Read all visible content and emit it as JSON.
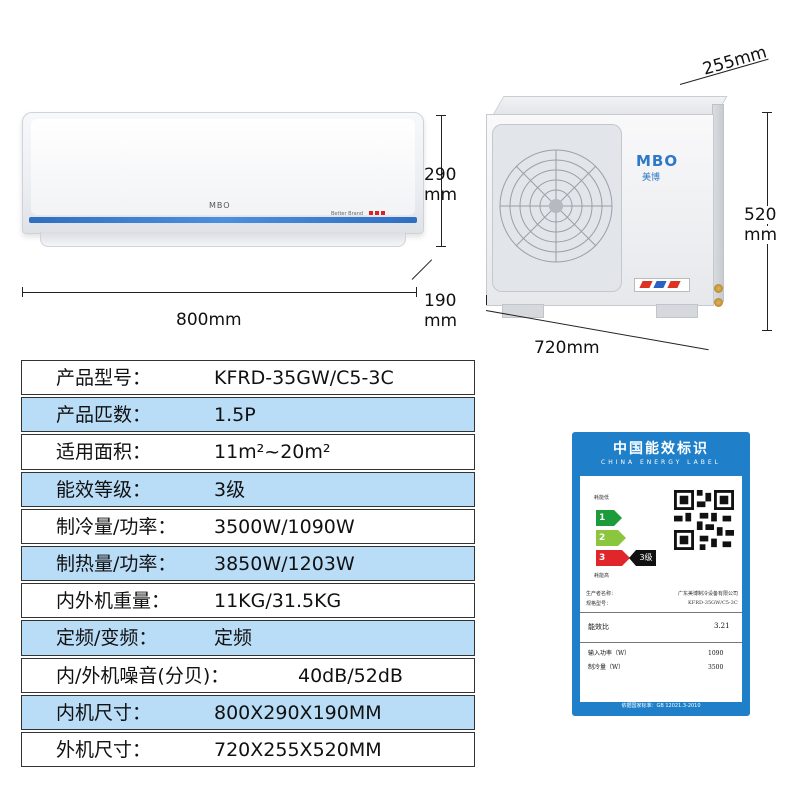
{
  "product": {
    "indoor_logo": "MBO",
    "indoor_slogan": "Better Brand",
    "outdoor_logo": "MBO",
    "outdoor_logo_cn": "美博"
  },
  "dimensions": {
    "indoor_height": "290",
    "indoor_height_unit": "mm",
    "indoor_width": "800mm",
    "indoor_depth": "190",
    "indoor_depth_unit": "mm",
    "outdoor_depth": "255mm",
    "outdoor_height": "520",
    "outdoor_height_unit": "mm",
    "outdoor_width": "720mm"
  },
  "specs": [
    {
      "key": "产品型号：",
      "value": "KFRD-35GW/C5-3C"
    },
    {
      "key": "产品匹数：",
      "value": "1.5P"
    },
    {
      "key": "适用面积：",
      "value": "11m²~20m²"
    },
    {
      "key": "能效等级：",
      "value": "3级"
    },
    {
      "key": "制冷量/功率：",
      "value": "3500W/1090W"
    },
    {
      "key": "制热量/功率：",
      "value": "3850W/1203W"
    },
    {
      "key": "内外机重量：",
      "value": "11KG/31.5KG"
    },
    {
      "key": "定频/变频：",
      "value": "定频"
    },
    {
      "key": "内/外机噪音(分贝)：",
      "value": "40dB/52dB"
    },
    {
      "key": "内机尺寸：",
      "value": "800X290X190MM"
    },
    {
      "key": "外机尺寸：",
      "value": "720X255X520MM"
    }
  ],
  "energy_label": {
    "title": "中国能效标识",
    "subtitle": "CHINA ENERGY LABEL",
    "low_consumption": "耗能低",
    "high_consumption": "耗能高",
    "grades": [
      "1",
      "2",
      "3"
    ],
    "current_grade": "3级",
    "manufacturer_label": "生产者名称：",
    "manufacturer": "广东美博制冷设备有限公司",
    "model_label": "规格型号：",
    "model": "KFRD-35GW/C5-3C",
    "eer_label": "能效比",
    "eer": "3.21",
    "input_power_label": "输入功率（W）",
    "input_power": "1090",
    "cooling_label": "制冷量（W）",
    "cooling": "3500",
    "footer": "依据国家标准：GB 12021.3-2010"
  },
  "colors": {
    "row_highlight": "#b9dcf7",
    "label_blue": "#1f7fc9",
    "stripe_blue": "#2f6fc2"
  }
}
